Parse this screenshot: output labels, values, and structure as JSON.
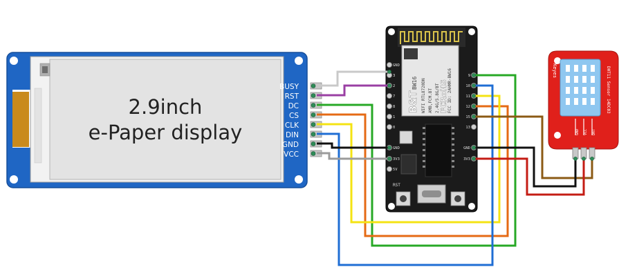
{
  "epaper": {
    "title_line1": "2.9inch",
    "title_line2": "e-Paper display",
    "pins": [
      "BUSY",
      "RST",
      "DC",
      "CS",
      "CLK",
      "DIN",
      "GND",
      "VCC"
    ]
  },
  "mcu_board": {
    "brand": "B&T",
    "model": "BW16",
    "line1": "WIFI RTL8720DN",
    "line2": "AMB,FCM.BT",
    "line3": "2.4G/5.8G/BT",
    "line4": "FCC ID: 2AHMR-BW16",
    "fcc_mark": "FCRoHS",
    "button_label": "RST",
    "left_pins": [
      "GND",
      "3",
      "2",
      "7",
      "8",
      "1",
      "0",
      "GND",
      "3V3",
      "5V"
    ],
    "right_pins": [
      "9",
      "10",
      "11",
      "12",
      "15",
      "13",
      "GND",
      "3V3"
    ]
  },
  "sensor": {
    "name": "DHT11 Sensor 14DC03",
    "side_label": "Keyes",
    "pins": [
      "GND",
      "VCC",
      "DAT"
    ]
  },
  "colors": {
    "board_blue": "#1f66c4",
    "epaper_gray": "#e3e3e3",
    "mcu_black": "#1b1b1b",
    "sensor_red": "#e0201b",
    "sensor_blue": "#8fc7f0",
    "wire_purple": "#9a3fa3",
    "wire_green": "#27a826",
    "wire_orange": "#e56a14",
    "wire_yellow": "#f4e313",
    "wire_blue": "#1f6ed4",
    "wire_black": "#111111",
    "wire_gray": "#9b9b9b",
    "wire_brown": "#8b5a14",
    "wire_red": "#c41c14"
  }
}
